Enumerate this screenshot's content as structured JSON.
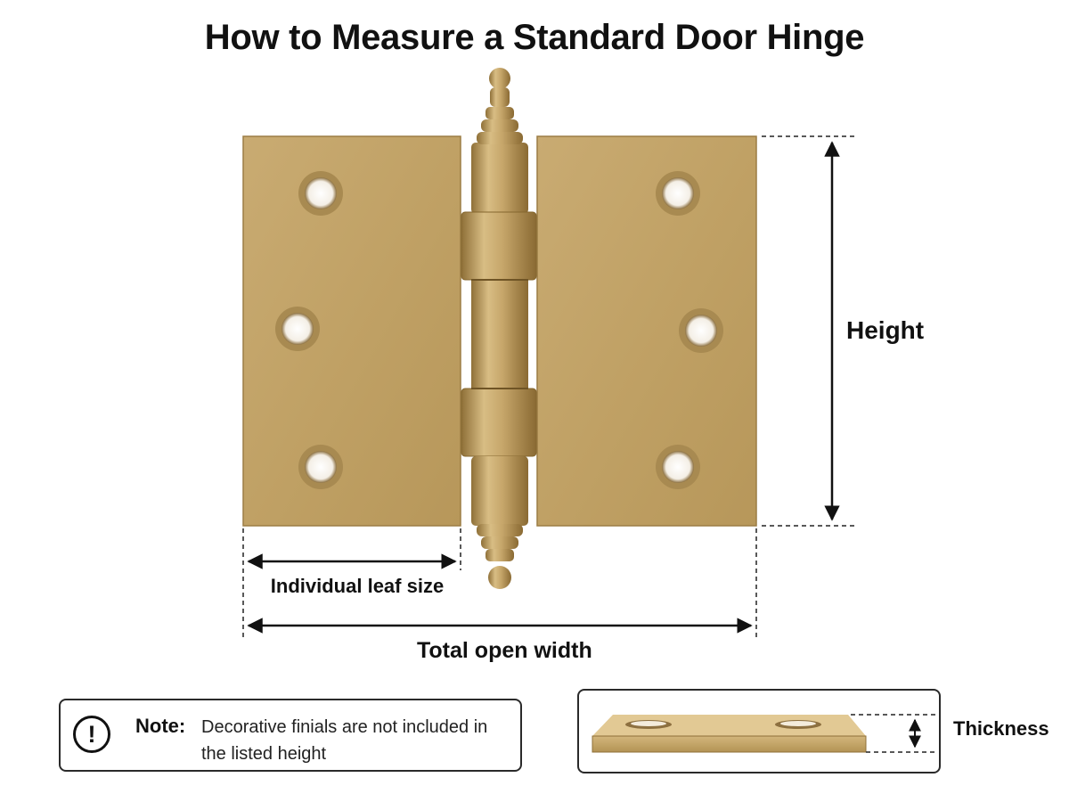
{
  "title": "How to Measure a Standard Door Hinge",
  "labels": {
    "height": "Height",
    "leaf_size": "Individual leaf size",
    "total_width": "Total open width",
    "thickness": "Thickness"
  },
  "note": {
    "icon": "exclamation-icon",
    "label": "Note:",
    "text": "Decorative finials are not included in the listed height"
  },
  "colors": {
    "brass": "#c2a266",
    "brass_dark": "#9c7d45",
    "line": "#111111"
  }
}
